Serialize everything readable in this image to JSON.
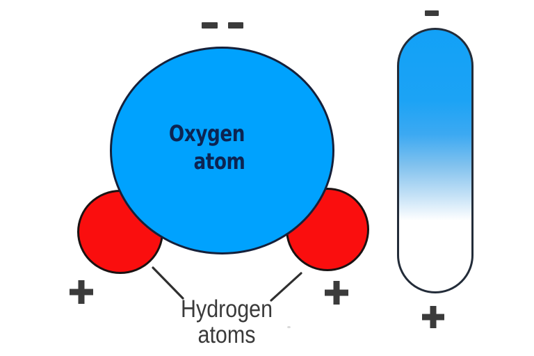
{
  "molecule": {
    "oxygen_label": {
      "line1": "Oxygen",
      "line2": "atom"
    },
    "hydrogen_label": {
      "line1": "Hydrogen",
      "line2": "atoms"
    },
    "charges": {
      "top_negative": [
        "−",
        "−"
      ],
      "left_positive": "+",
      "right_positive": "+"
    }
  },
  "dipole_bar": {
    "top_charge": "−",
    "bottom_charge": "+"
  },
  "colors": {
    "oxygen_blue": "#00a2fe",
    "hydrogen_red": "#fa0e0e",
    "charge_gray": "#3b3b3b",
    "oxygen_text_navy": "#0c2452",
    "label_gray": "#3a3a3a",
    "outline_dark": "#15203a",
    "background": "#ffffff"
  }
}
